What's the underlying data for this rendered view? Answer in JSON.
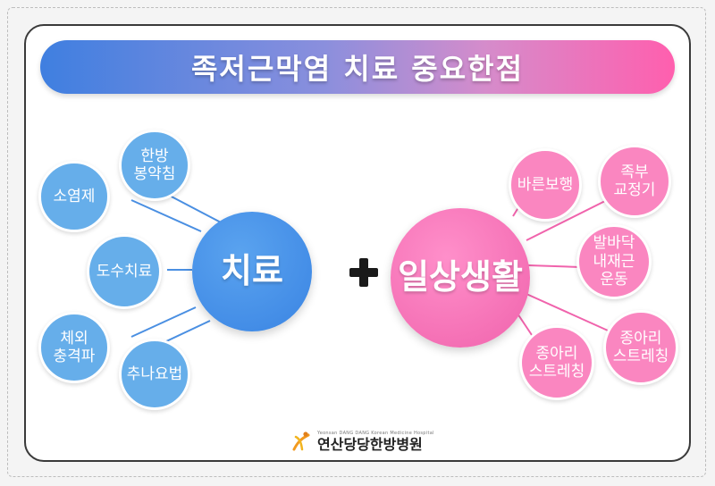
{
  "title": "족저근막염 치료 중요한점",
  "hubs": {
    "left": "치료",
    "right": "일상생활"
  },
  "left_items": [
    "소염제",
    "한방\n봉약침",
    "도수치료",
    "체외\n충격파",
    "추나요법"
  ],
  "right_items": [
    "바른보행",
    "족부\n교정기",
    "발바닥\n내재근\n운동",
    "종아리\n스트레칭",
    "종아리\n스트레칭"
  ],
  "logo": {
    "subtitle": "Yeonsan DANG DANG Korean Medicine Hospital",
    "name": "연산당당한방병원"
  },
  "colors": {
    "blue": "#3a84e3",
    "pink": "#f063ac"
  }
}
